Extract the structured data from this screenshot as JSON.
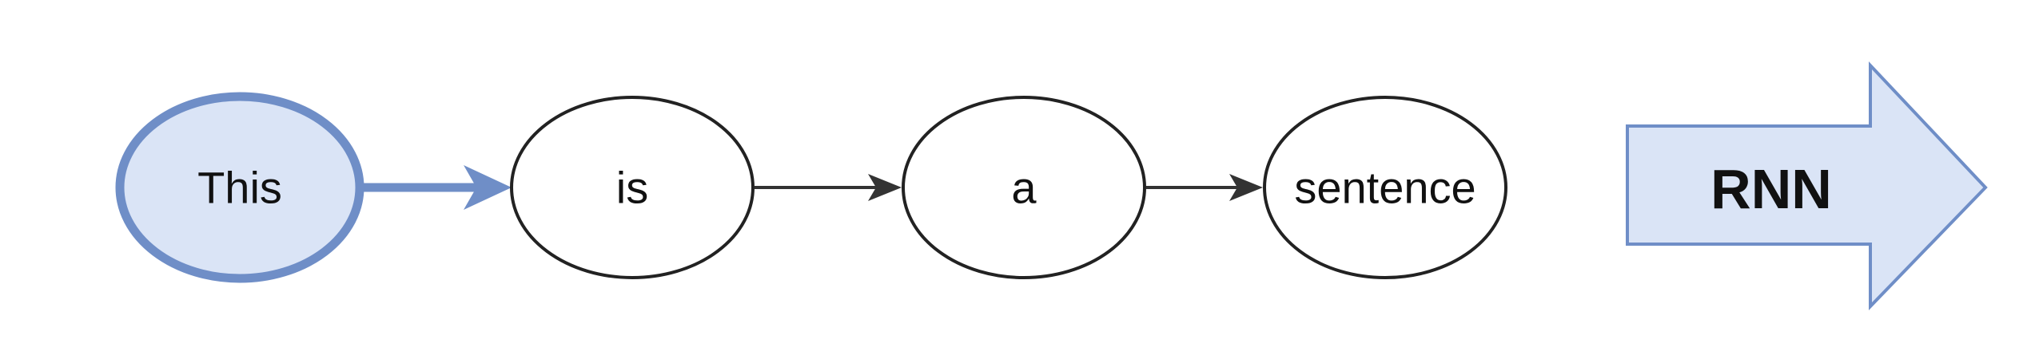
{
  "diagram": {
    "nodes": [
      {
        "id": "this",
        "label": "This",
        "highlighted": true
      },
      {
        "id": "is",
        "label": "is",
        "highlighted": false
      },
      {
        "id": "a",
        "label": "a",
        "highlighted": false
      },
      {
        "id": "sentence",
        "label": "sentence",
        "highlighted": false
      }
    ],
    "edges": [
      {
        "from": "this",
        "to": "is",
        "highlighted": true
      },
      {
        "from": "is",
        "to": "a",
        "highlighted": false
      },
      {
        "from": "a",
        "to": "sentence",
        "highlighted": false
      }
    ],
    "block_arrow": {
      "label": "RNN"
    }
  },
  "colors": {
    "highlight_fill": "#dae4f6",
    "highlight_stroke": "#6f8ec7",
    "default_fill": "#ffffff",
    "default_stroke": "#222222",
    "edge_default": "#333333",
    "block_fill": "#dae4f6",
    "block_stroke": "#6f8ec7"
  }
}
